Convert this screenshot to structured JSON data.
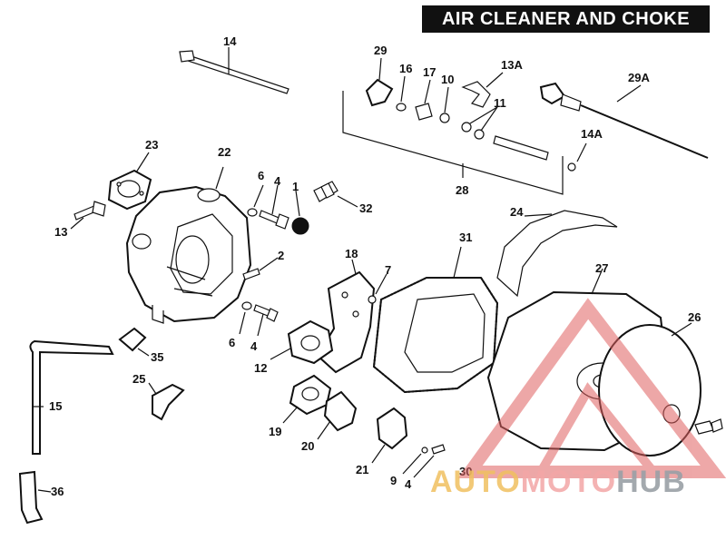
{
  "title": "AIR CLEANER AND CHOKE",
  "callouts": {
    "p1": "1",
    "p2": "2",
    "p4a": "4",
    "p4b": "4",
    "p4c": "4",
    "p6a": "6",
    "p6b": "6",
    "p7": "7",
    "p9": "9",
    "p10": "10",
    "p11": "11",
    "p12": "12",
    "p13": "13",
    "p13a": "13A",
    "p14": "14",
    "p14a": "14A",
    "p15": "15",
    "p16": "16",
    "p17": "17",
    "p18": "18",
    "p19": "19",
    "p20": "20",
    "p21": "21",
    "p22": "22",
    "p23": "23",
    "p24": "24",
    "p25": "25",
    "p26": "26",
    "p27": "27",
    "p28": "28",
    "p29": "29",
    "p29a": "29A",
    "p30": "30",
    "p31": "31",
    "p32": "32",
    "p35": "35",
    "p36": "36"
  },
  "watermark": {
    "part1": "AUTO",
    "part2": "MOTO",
    "part3": "HUB",
    "colors": {
      "auto": "#f0c060",
      "moto": "#f3a6a6",
      "hub": "#9aa0a6",
      "triangle": "#e06060"
    }
  }
}
